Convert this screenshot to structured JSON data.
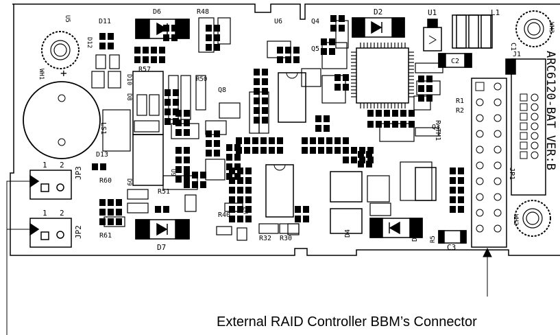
{
  "figure": {
    "caption": "External RAID Controller BBM’s Connector"
  },
  "board": {
    "model_label": "ARC6120-BAT VER:B",
    "labels": {
      "jp3": "JP3",
      "jp2": "JP2",
      "jp1": "JP1",
      "j1": "J1",
      "d2": "D2",
      "d6": "D6",
      "d7": "D7",
      "d4": "D4",
      "d1": "D1",
      "d13": "D13",
      "d11": "D11",
      "d12": "D12",
      "d10": "D10",
      "d8": "D8",
      "d9": "D9",
      "u1": "U1",
      "u5": "U5",
      "u6": "U6",
      "u7": "U7",
      "u9": "U9",
      "l1": "L1",
      "c1": "C1",
      "c2": "C2",
      "c3": "C3",
      "r1": "R1",
      "r2": "R2",
      "r5": "R5",
      "r30": "R30",
      "r32": "R32",
      "r40": "R40",
      "r48": "R48",
      "r50": "R50",
      "r51": "R51",
      "r57": "R57",
      "r60": "R60",
      "r61": "R61",
      "q3": "Q3",
      "q4": "Q4",
      "q5": "Q5",
      "q8": "Q8",
      "wh1": "WH1",
      "wh2": "WH2",
      "wh3": "WH3",
      "ls1": "LS1",
      "rtm1": "R-TM1",
      "plus": "+",
      "pin1a": "1",
      "pin2a": "2",
      "pin1b": "1",
      "pin2b": "2"
    }
  }
}
